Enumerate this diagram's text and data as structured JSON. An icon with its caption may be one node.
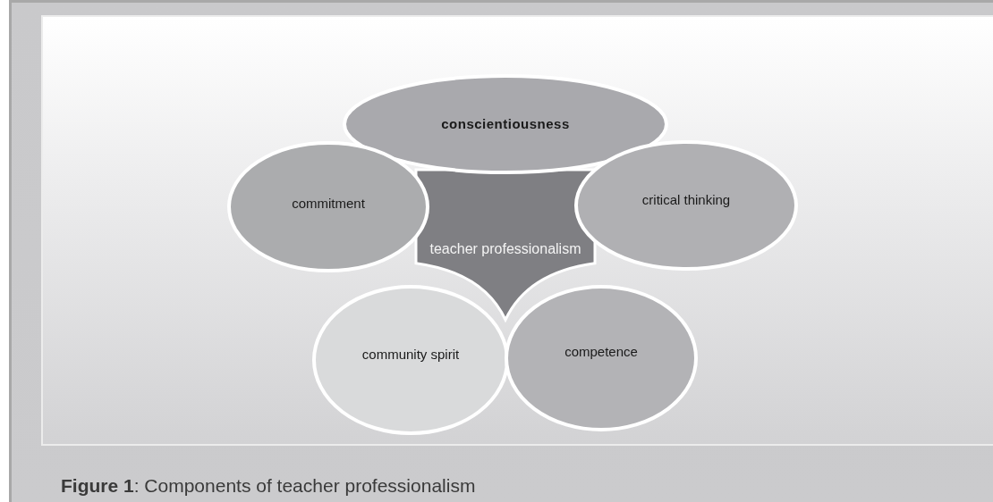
{
  "diagram": {
    "caption": "**Figure 1**: Components of teacher professionalism",
    "nodes": [
      {
        "text": [
          "conscientiousness"
        ]
      },
      {
        "text": [
          "commitment"
        ]
      },
      {
        "text": [
          "teacher professionalism"
        ]
      },
      {
        "text": [
          "critical thinking"
        ]
      },
      {
        "text": [
          "community spirit"
        ]
      },
      {
        "text": [
          "competence"
        ]
      }
    ]
  }
}
